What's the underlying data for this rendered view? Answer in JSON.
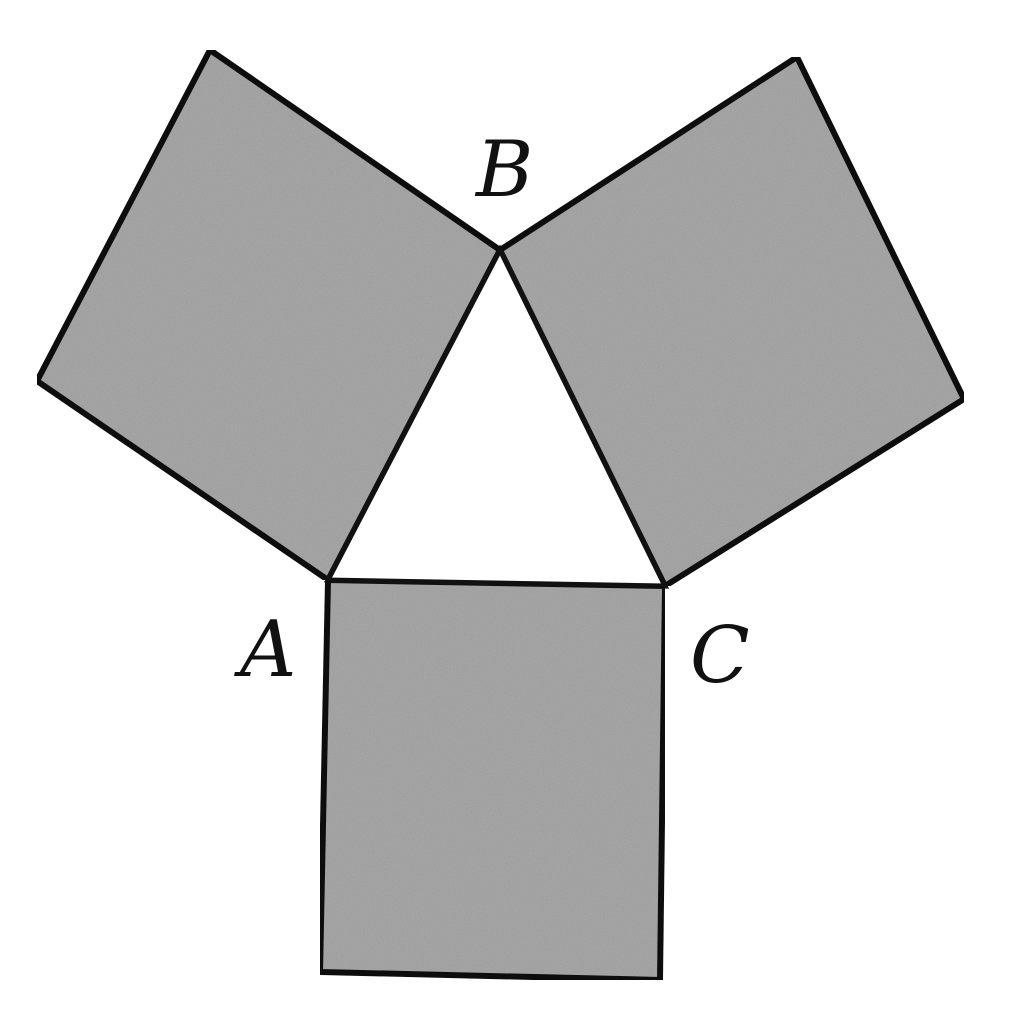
{
  "colors": {
    "square_fill": "#a9a9a9",
    "outline": "#111111",
    "background": "#ffffff"
  },
  "labels": {
    "vertex_a": "A",
    "vertex_b": "B",
    "vertex_c": "C"
  }
}
